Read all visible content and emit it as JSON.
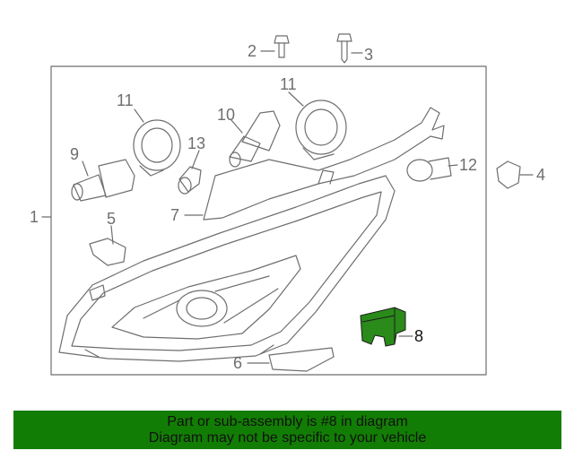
{
  "diagram": {
    "callouts": {
      "c1": "1",
      "c2": "2",
      "c3": "3",
      "c4": "4",
      "c5": "5",
      "c6": "6",
      "c7": "7",
      "c8": "8",
      "c9": "9",
      "c10": "10",
      "c11a": "11",
      "c11b": "11",
      "c12": "12",
      "c13": "13"
    },
    "highlighted_part": "8",
    "colors": {
      "line": "#6e6e6e",
      "highlight_fill": "#2a8a1a",
      "banner": "#127d04"
    }
  },
  "banner": {
    "line1": "Part or sub-assembly is #8 in diagram",
    "line2": "Diagram may not be specific to your vehicle"
  }
}
